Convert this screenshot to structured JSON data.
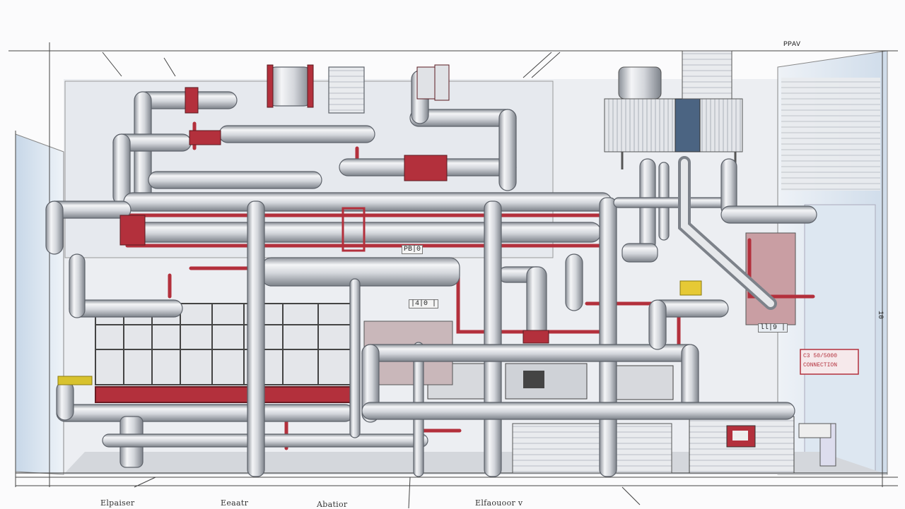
{
  "drawing": {
    "top_note": "PPAV",
    "panel_tags": [
      "PB|0",
      "|4|0 |",
      "ll|9 |"
    ],
    "right_dimension": "10",
    "red_sign_lines": [
      "C3 50/5000",
      "CONNECTION"
    ],
    "footer_labels": [
      "Elpaiser",
      "Eeaatr",
      "Abatior",
      "Elfaouoor v"
    ]
  },
  "colors": {
    "pipe": "#d9dce1",
    "pipe_edge": "#6b6f76",
    "accent_red": "#b3303c",
    "wall_blue": "#dfe9f2",
    "background": "#fbfbfc"
  }
}
